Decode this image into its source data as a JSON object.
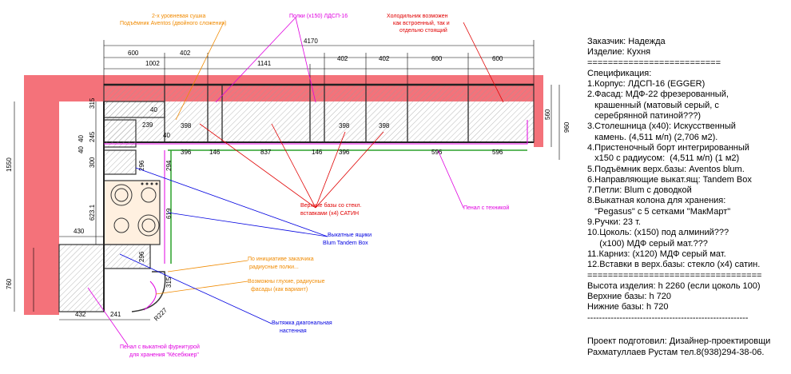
{
  "dimensions": {
    "top_overall": "4170",
    "top_upper": [
      "600",
      "402",
      "402",
      "402",
      "600",
      "600"
    ],
    "top_lower": [
      "1002",
      "1141"
    ],
    "left_overall": "1550",
    "left_bottom": "760",
    "left_stack": [
      "315",
      "40",
      "245",
      "40",
      "300",
      "623.1"
    ],
    "inner": [
      "40",
      "239",
      "40",
      "398",
      "398",
      "398",
      "396",
      "146",
      "837",
      "146",
      "396",
      "596",
      "596",
      "296",
      "294",
      "619",
      "296",
      "315",
      "432",
      "241",
      "430",
      "R227"
    ],
    "right": [
      "560",
      "960"
    ]
  },
  "annotations": {
    "sushka_line1": "2-х уровневая сушка",
    "sushka_line2": "Подъёмник Aventos (двойного сложения)",
    "polki": "Полки (х150) ЛДСП-16",
    "holod_line1": "Холодильник возможен",
    "holod_line2": "как встроенный, так и",
    "holod_line3": "отдельно стоящий",
    "verh_line1": "Верхние базы со стекл.",
    "verh_line2": "вставками (х4) САТИН",
    "penal_tech": "Пенал с техникой",
    "vykat_line1": "Выкатные ящики",
    "vykat_line2": "Blum Tandem Box",
    "init_line1": "По инициативе заказчика",
    "init_line2": "радиусные полки...",
    "vozm_line1": "Возможны глухие, радиусные",
    "vozm_line2": "фасады (как вариант)",
    "vytyazhka_line1": "Вытяжка диагональная",
    "vytyazhka_line2": "настенная",
    "penal_vyk_line1": "Пенал с выкатной фурнитурой",
    "penal_vyk_line2": "для хранения \"Кёсебюкер\""
  },
  "spec": {
    "lines": [
      "Заказчик: Надежда",
      "Изделие: Кухня",
      "==========================",
      "Спецификация:",
      "1.Корпус: ЛДСП-16 (EGGER)",
      "2.Фасад: МДФ-22 фрезерованный,",
      "   крашенный (матовый серый, с",
      "   серебрянной патиной???)",
      "3.Столешница (х40): Искусственный",
      "   камень. (4,511 м/п) (2,706 м2).",
      "4.Пристеночный борт интегрированный",
      "   х150 с радиусом:  (4,511 м/п) (1 м2)",
      "5.Подъёмник верх.базы: Aventos blum.",
      "6.Направляющие выкат.ящ: Tandem Box",
      "7.Петли: Blum с доводкой",
      "8.Выкатная колона для хранения:",
      "   \"Pegasus\" с 5 сетками \"МакМарт\"",
      "9.Ручки: 23 т.",
      "10.Цоколь: (х150) под алминий???",
      "     (х100) МДФ серый мат.???",
      "11.Карниз: (х120) МДФ серый мат.",
      "12.Вставки в верх.базы: стекло (х4) сатин.",
      "==================================",
      "Высота изделия: h 2260 (если цоколь 100)",
      "Верхние базы: h 720",
      "Нижние базы: h 720",
      "-------------------------------------------------------"
    ]
  },
  "footer": {
    "line1": "Проект подготовил: Дизайнер-проектировщи",
    "line2": "Рахматуллаев Рустам тел.8(938)294-38-06."
  },
  "colors": {
    "wall": "#f4727a",
    "magenta": "#e000e0",
    "red": "#e00000",
    "blue": "#0000e0",
    "orange": "#f08a00",
    "green": "#2aa02a"
  }
}
